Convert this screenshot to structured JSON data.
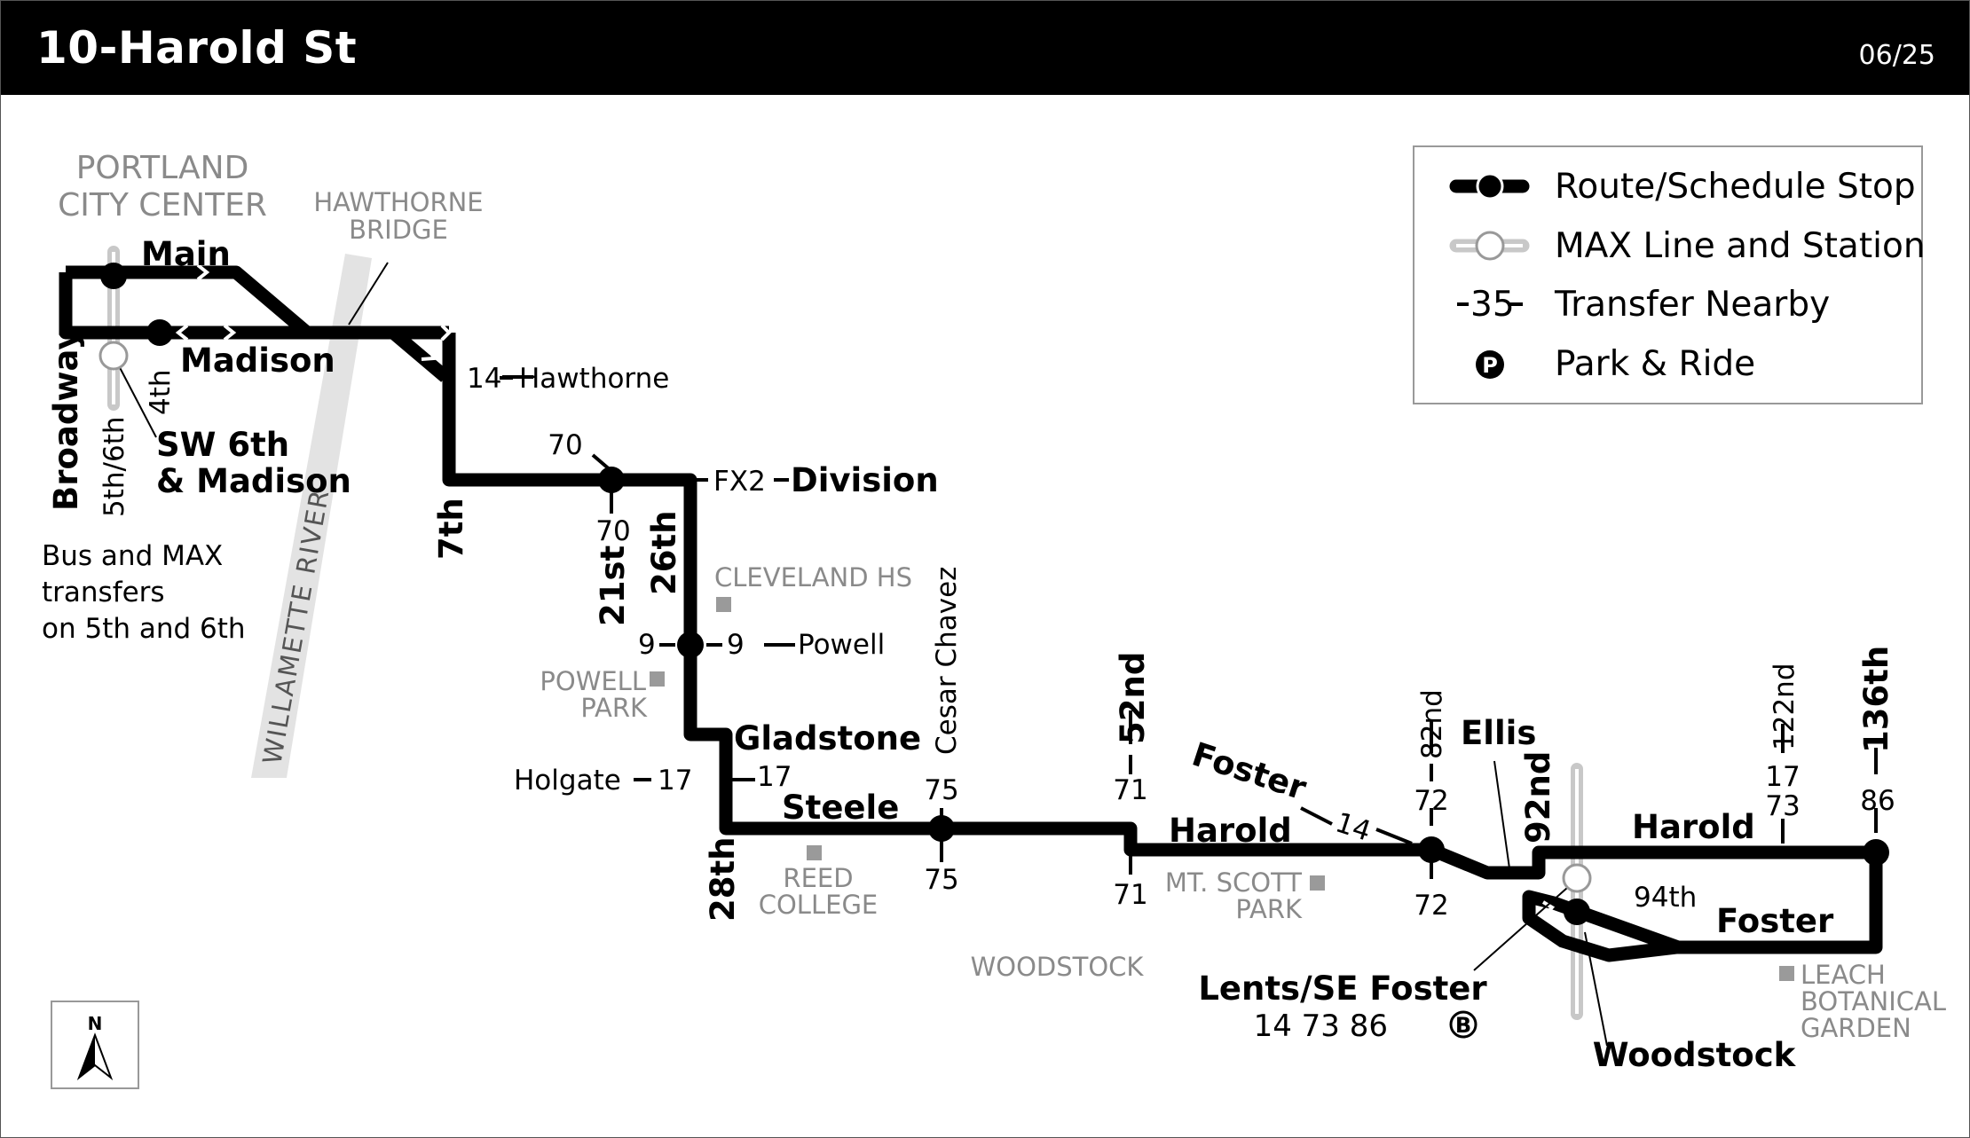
{
  "header": {
    "title": "10-Harold St",
    "date": "06/25"
  },
  "legend": [
    {
      "key": "route",
      "label": "Route/Schedule Stop"
    },
    {
      "key": "max",
      "label": "MAX Line and Station"
    },
    {
      "key": "transfer",
      "label": "Transfer Nearby",
      "sample": "35"
    },
    {
      "key": "park_ride",
      "label": "Park & Ride",
      "symbol": "P"
    }
  ],
  "compass": {
    "label": "N"
  },
  "areas": {
    "city_center": [
      "PORTLAND",
      "CITY CENTER"
    ],
    "hawthorne_bridge": [
      "HAWTHORNE",
      "BRIDGE"
    ],
    "river": "WILLAMETTE RIVER",
    "cleveland_hs": "CLEVELAND HS",
    "powell_park": [
      "POWELL",
      "PARK"
    ],
    "reed_college": [
      "REED",
      "COLLEGE"
    ],
    "woodstock_area": "WOODSTOCK",
    "mt_scott_park": [
      "MT. SCOTT",
      "PARK"
    ],
    "leach_garden": [
      "LEACH",
      "BOTANICAL",
      "GARDEN"
    ]
  },
  "streets": {
    "main": "Main",
    "madison": "Madison",
    "broadway": "Broadway",
    "fourth": "4th",
    "fifth_sixth": "5th/6th",
    "seventh": "7th",
    "twenty_first": "21st",
    "twenty_sixth": "26th",
    "twenty_eighth": "28th",
    "gladstone": "Gladstone",
    "steele": "Steele",
    "cesar_chavez": "Cesar Chavez",
    "fifty_second": "52nd",
    "harold_west": "Harold",
    "foster_west": "Foster",
    "eighty_second": "82nd",
    "ellis": "Ellis",
    "ninety_second": "92nd",
    "ninety_fourth": "94th",
    "harold_east": "Harold",
    "foster_east": "Foster",
    "one_twenty_second": "122nd",
    "one_thirty_sixth": "136th"
  },
  "stops": {
    "sw6_line1": "SW 6th",
    "sw6_line2": "& Madison",
    "lents_name": "Lents/SE Foster",
    "lents_routes": "14 73 86",
    "lents_symbol": "B",
    "woodstock": "Woodstock"
  },
  "notes": {
    "transfer_note": [
      "Bus and MAX",
      "transfers",
      "on 5th and 6th"
    ]
  },
  "transfers": {
    "hawthorne_route": "14",
    "hawthorne_name": "Hawthorne",
    "r70_top": "70",
    "r70_bottom": "70",
    "division_route": "FX2",
    "division_name": "Division",
    "powell_left": "9",
    "powell_right": "9",
    "powell_name": "Powell",
    "holgate_name": "Holgate",
    "holgate_left": "17",
    "holgate_right": "17",
    "r75_top": "75",
    "r75_bottom": "75",
    "r71_top": "71",
    "r71_bottom": "71",
    "foster_route": "14",
    "r72_top": "72",
    "r72_bottom": "72",
    "r17_122": "17",
    "r73_122": "73",
    "r86": "86"
  },
  "colors": {
    "route": "#000000",
    "max": "#c8c8c8",
    "landmark": "#9a9a9a",
    "area_text": "#8a8a8a"
  }
}
